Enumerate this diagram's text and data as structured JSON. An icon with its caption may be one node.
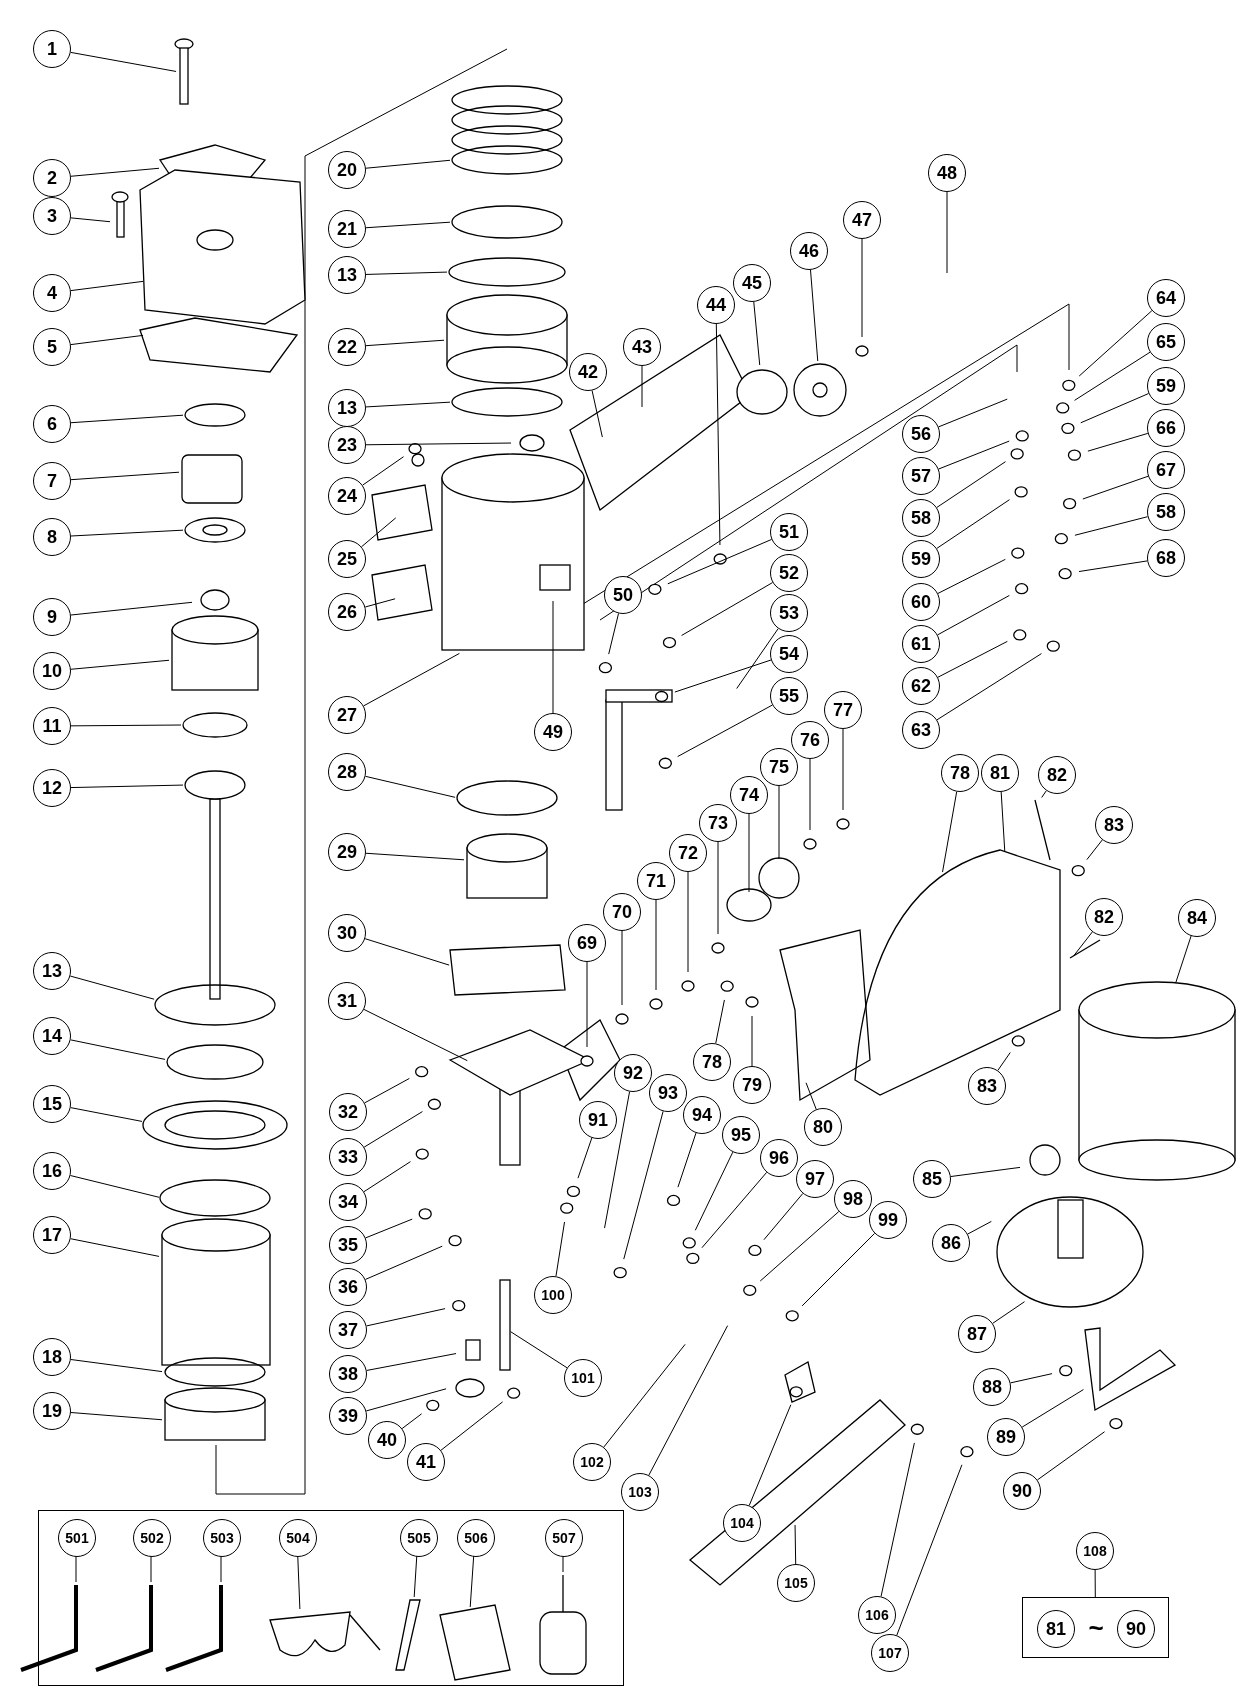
{
  "diagram": {
    "nodes": [
      {
        "text": [
          "1"
        ]
      },
      {
        "text": [
          "2"
        ]
      },
      {
        "text": [
          "3"
        ]
      },
      {
        "text": [
          "4"
        ]
      },
      {
        "text": [
          "5"
        ]
      },
      {
        "text": [
          "6"
        ]
      },
      {
        "text": [
          "7"
        ]
      },
      {
        "text": [
          "8"
        ]
      },
      {
        "text": [
          "9"
        ]
      },
      {
        "text": [
          "10"
        ]
      },
      {
        "text": [
          "11"
        ]
      },
      {
        "text": [
          "12"
        ]
      },
      {
        "text": [
          "13"
        ]
      },
      {
        "text": [
          "14"
        ]
      },
      {
        "text": [
          "15"
        ]
      },
      {
        "text": [
          "16"
        ]
      },
      {
        "text": [
          "17"
        ]
      },
      {
        "text": [
          "18"
        ]
      },
      {
        "text": [
          "19"
        ]
      },
      {
        "text": [
          "20"
        ]
      },
      {
        "text": [
          "21"
        ]
      },
      {
        "text": [
          "13"
        ]
      },
      {
        "text": [
          "22"
        ]
      },
      {
        "text": [
          "13"
        ]
      },
      {
        "text": [
          "23"
        ]
      },
      {
        "text": [
          "24"
        ]
      },
      {
        "text": [
          "25"
        ]
      },
      {
        "text": [
          "26"
        ]
      },
      {
        "text": [
          "27"
        ]
      },
      {
        "text": [
          "28"
        ]
      },
      {
        "text": [
          "29"
        ]
      },
      {
        "text": [
          "30"
        ]
      },
      {
        "text": [
          "31"
        ]
      },
      {
        "text": [
          "32"
        ]
      },
      {
        "text": [
          "33"
        ]
      },
      {
        "text": [
          "34"
        ]
      },
      {
        "text": [
          "35"
        ]
      },
      {
        "text": [
          "36"
        ]
      },
      {
        "text": [
          "37"
        ]
      },
      {
        "text": [
          "38"
        ]
      },
      {
        "text": [
          "39"
        ]
      },
      {
        "text": [
          "40"
        ]
      },
      {
        "text": [
          "41"
        ]
      },
      {
        "text": [
          "42"
        ]
      },
      {
        "text": [
          "43"
        ]
      },
      {
        "text": [
          "44"
        ]
      },
      {
        "text": [
          "45"
        ]
      },
      {
        "text": [
          "46"
        ]
      },
      {
        "text": [
          "47"
        ]
      },
      {
        "text": [
          "48"
        ]
      },
      {
        "text": [
          "49"
        ]
      },
      {
        "text": [
          "50"
        ]
      },
      {
        "text": [
          "51"
        ]
      },
      {
        "text": [
          "52"
        ]
      },
      {
        "text": [
          "53"
        ]
      },
      {
        "text": [
          "54"
        ]
      },
      {
        "text": [
          "55"
        ]
      },
      {
        "text": [
          "56"
        ]
      },
      {
        "text": [
          "57"
        ]
      },
      {
        "text": [
          "58"
        ]
      },
      {
        "text": [
          "59"
        ]
      },
      {
        "text": [
          "60"
        ]
      },
      {
        "text": [
          "61"
        ]
      },
      {
        "text": [
          "62"
        ]
      },
      {
        "text": [
          "63"
        ]
      },
      {
        "text": [
          "64"
        ]
      },
      {
        "text": [
          "65"
        ]
      },
      {
        "text": [
          "59"
        ]
      },
      {
        "text": [
          "66"
        ]
      },
      {
        "text": [
          "67"
        ]
      },
      {
        "text": [
          "58"
        ]
      },
      {
        "text": [
          "68"
        ]
      },
      {
        "text": [
          "69"
        ]
      },
      {
        "text": [
          "70"
        ]
      },
      {
        "text": [
          "71"
        ]
      },
      {
        "text": [
          "72"
        ]
      },
      {
        "text": [
          "73"
        ]
      },
      {
        "text": [
          "74"
        ]
      },
      {
        "text": [
          "75"
        ]
      },
      {
        "text": [
          "76"
        ]
      },
      {
        "text": [
          "77"
        ]
      },
      {
        "text": [
          "78"
        ]
      },
      {
        "text": [
          "78"
        ]
      },
      {
        "text": [
          "79"
        ]
      },
      {
        "text": [
          "80"
        ]
      },
      {
        "text": [
          "81"
        ]
      },
      {
        "text": [
          "82"
        ]
      },
      {
        "text": [
          "83"
        ]
      },
      {
        "text": [
          "82"
        ]
      },
      {
        "text": [
          "84"
        ]
      },
      {
        "text": [
          "83"
        ]
      },
      {
        "text": [
          "85"
        ]
      },
      {
        "text": [
          "86"
        ]
      },
      {
        "text": [
          "87"
        ]
      },
      {
        "text": [
          "88"
        ]
      },
      {
        "text": [
          "89"
        ]
      },
      {
        "text": [
          "90"
        ]
      },
      {
        "text": [
          "91"
        ]
      },
      {
        "text": [
          "92"
        ]
      },
      {
        "text": [
          "93"
        ]
      },
      {
        "text": [
          "94"
        ]
      },
      {
        "text": [
          "95"
        ]
      },
      {
        "text": [
          "96"
        ]
      },
      {
        "text": [
          "97"
        ]
      },
      {
        "text": [
          "98"
        ]
      },
      {
        "text": [
          "99"
        ]
      },
      {
        "text": [
          "100"
        ]
      },
      {
        "text": [
          "101"
        ]
      },
      {
        "text": [
          "102"
        ]
      },
      {
        "text": [
          "103"
        ]
      },
      {
        "text": [
          "104"
        ]
      },
      {
        "text": [
          "105"
        ]
      },
      {
        "text": [
          "106"
        ]
      },
      {
        "text": [
          "107"
        ]
      },
      {
        "text": [
          "108"
        ]
      },
      {
        "text": [],
        "shape": "box"
      },
      {
        "text": [
          "81"
        ],
        "in": 115
      },
      {
        "text": [
          "90"
        ],
        "in": 115
      },
      {
        "text": [],
        "shape": "box"
      },
      {
        "text": [
          "501"
        ],
        "in": 118
      },
      {
        "text": [
          "502"
        ],
        "in": 118
      },
      {
        "text": [
          "503"
        ],
        "in": 118
      },
      {
        "text": [
          "504"
        ],
        "in": 118
      },
      {
        "text": [
          "505"
        ],
        "in": 118
      },
      {
        "text": [
          "506"
        ],
        "in": 118
      },
      {
        "text": [
          "507"
        ],
        "in": 118
      }
    ],
    "edges": [
      {
        "from": 0,
        "to": null,
        "arrow": "none"
      },
      {
        "from": 1,
        "to": null,
        "arrow": "none"
      },
      {
        "from": 2,
        "to": null,
        "arrow": "none"
      },
      {
        "from": 3,
        "to": null,
        "arrow": "none"
      },
      {
        "from": 4,
        "to": null,
        "arrow": "none"
      },
      {
        "from": 5,
        "to": null,
        "arrow": "none"
      },
      {
        "from": 6,
        "to": null,
        "arrow": "none"
      },
      {
        "from": 7,
        "to": null,
        "arrow": "none"
      },
      {
        "from": 8,
        "to": null,
        "arrow": "none"
      },
      {
        "from": 9,
        "to": null,
        "arrow": "none"
      },
      {
        "from": 10,
        "to": null,
        "arrow": "none"
      },
      {
        "from": 11,
        "to": null,
        "arrow": "none"
      },
      {
        "from": 12,
        "to": null,
        "arrow": "none"
      },
      {
        "from": 13,
        "to": null,
        "arrow": "none"
      },
      {
        "from": 14,
        "to": null,
        "arrow": "none"
      },
      {
        "from": 15,
        "to": null,
        "arrow": "none"
      },
      {
        "from": 16,
        "to": null,
        "arrow": "none"
      },
      {
        "from": 17,
        "to": null,
        "arrow": "none"
      },
      {
        "from": 18,
        "to": null,
        "arrow": "none"
      },
      {
        "from": 19,
        "to": null,
        "arrow": "none"
      },
      {
        "from": 20,
        "to": null,
        "arrow": "none"
      },
      {
        "from": 21,
        "to": null,
        "arrow": "none"
      },
      {
        "from": 22,
        "to": null,
        "arrow": "none"
      },
      {
        "from": 23,
        "to": null,
        "arrow": "none"
      },
      {
        "from": 24,
        "to": null,
        "arrow": "none"
      },
      {
        "from": 25,
        "to": null,
        "arrow": "none"
      },
      {
        "from": 26,
        "to": null,
        "arrow": "none"
      },
      {
        "from": 27,
        "to": null,
        "arrow": "none"
      },
      {
        "from": 28,
        "to": null,
        "arrow": "none"
      },
      {
        "from": 29,
        "to": null,
        "arrow": "none"
      },
      {
        "from": 30,
        "to": null,
        "arrow": "none"
      },
      {
        "from": 31,
        "to": null,
        "arrow": "none"
      },
      {
        "from": 32,
        "to": null,
        "arrow": "none"
      },
      {
        "from": 33,
        "to": null,
        "arrow": "none"
      },
      {
        "from": 34,
        "to": null,
        "arrow": "none"
      },
      {
        "from": 35,
        "to": null,
        "arrow": "none"
      },
      {
        "from": 36,
        "to": null,
        "arrow": "none"
      },
      {
        "from": 37,
        "to": null,
        "arrow": "none"
      },
      {
        "from": 38,
        "to": null,
        "arrow": "none"
      },
      {
        "from": 39,
        "to": null,
        "arrow": "none"
      },
      {
        "from": 40,
        "to": null,
        "arrow": "none"
      },
      {
        "from": 41,
        "to": null,
        "arrow": "none"
      },
      {
        "from": 42,
        "to": null,
        "arrow": "none"
      },
      {
        "from": 43,
        "to": null,
        "arrow": "none"
      },
      {
        "from": 44,
        "to": null,
        "arrow": "none"
      },
      {
        "from": 45,
        "to": null,
        "arrow": "none"
      },
      {
        "from": 46,
        "to": null,
        "arrow": "none"
      },
      {
        "from": 47,
        "to": null,
        "arrow": "none"
      },
      {
        "from": 48,
        "to": null,
        "arrow": "none"
      },
      {
        "from": 49,
        "to": null,
        "arrow": "none"
      },
      {
        "from": 50,
        "to": null,
        "arrow": "none"
      },
      {
        "from": 51,
        "to": null,
        "arrow": "none"
      },
      {
        "from": 52,
        "to": null,
        "arrow": "none"
      },
      {
        "from": 53,
        "to": null,
        "arrow": "none"
      },
      {
        "from": 54,
        "to": null,
        "arrow": "none"
      },
      {
        "from": 55,
        "to": null,
        "arrow": "none"
      },
      {
        "from": 56,
        "to": null,
        "arrow": "none"
      },
      {
        "from": 57,
        "to": null,
        "arrow": "none"
      },
      {
        "from": 58,
        "to": null,
        "arrow": "none"
      },
      {
        "from": 59,
        "to": null,
        "arrow": "none"
      },
      {
        "from": 60,
        "to": null,
        "arrow": "none"
      },
      {
        "from": 61,
        "to": null,
        "arrow": "none"
      },
      {
        "from": 62,
        "to": null,
        "arrow": "none"
      },
      {
        "from": 63,
        "to": null,
        "arrow": "none"
      },
      {
        "from": 64,
        "to": null,
        "arrow": "none"
      },
      {
        "from": 65,
        "to": null,
        "arrow": "none"
      },
      {
        "from": 66,
        "to": null,
        "arrow": "none"
      },
      {
        "from": 67,
        "to": null,
        "arrow": "none"
      },
      {
        "from": 68,
        "to": null,
        "arrow": "none"
      },
      {
        "from": 69,
        "to": null,
        "arrow": "none"
      },
      {
        "from": 70,
        "to": null,
        "arrow": "none"
      },
      {
        "from": 71,
        "to": null,
        "arrow": "none"
      },
      {
        "from": 72,
        "to": null,
        "arrow": "none"
      },
      {
        "from": 73,
        "to": null,
        "arrow": "none"
      },
      {
        "from": 74,
        "to": null,
        "arrow": "none"
      },
      {
        "from": 75,
        "to": null,
        "arrow": "none"
      },
      {
        "from": 76,
        "to": null,
        "arrow": "none"
      },
      {
        "from": 77,
        "to": null,
        "arrow": "none"
      },
      {
        "from": 78,
        "to": null,
        "arrow": "none"
      },
      {
        "from": 79,
        "to": null,
        "arrow": "none"
      },
      {
        "from": 80,
        "to": null,
        "arrow": "none"
      },
      {
        "from": 81,
        "to": null,
        "arrow": "none"
      },
      {
        "from": 82,
        "to": null,
        "arrow": "none"
      },
      {
        "from": 83,
        "to": null,
        "arrow": "none"
      },
      {
        "from": 84,
        "to": null,
        "arrow": "none"
      },
      {
        "from": 85,
        "to": null,
        "arrow": "none"
      },
      {
        "from": 86,
        "to": null,
        "arrow": "none"
      },
      {
        "from": 87,
        "to": null,
        "arrow": "none"
      },
      {
        "from": 88,
        "to": null,
        "arrow": "none"
      },
      {
        "from": 89,
        "to": null,
        "arrow": "none"
      },
      {
        "from": 90,
        "to": null,
        "arrow": "none"
      },
      {
        "from": 91,
        "to": null,
        "arrow": "none"
      },
      {
        "from": 92,
        "to": null,
        "arrow": "none"
      },
      {
        "from": 93,
        "to": null,
        "arrow": "none"
      },
      {
        "from": 94,
        "to": null,
        "arrow": "none"
      },
      {
        "from": 95,
        "to": null,
        "arrow": "none"
      },
      {
        "from": 96,
        "to": null,
        "arrow": "none"
      },
      {
        "from": 97,
        "to": null,
        "arrow": "none"
      },
      {
        "from": 98,
        "to": null,
        "arrow": "none"
      },
      {
        "from": 99,
        "to": null,
        "arrow": "none"
      },
      {
        "from": 100,
        "to": null,
        "arrow": "none"
      },
      {
        "from": 101,
        "to": null,
        "arrow": "none"
      },
      {
        "from": 102,
        "to": null,
        "arrow": "none"
      },
      {
        "from": 103,
        "to": null,
        "arrow": "none"
      },
      {
        "from": 104,
        "to": null,
        "arrow": "none"
      },
      {
        "from": 105,
        "to": null,
        "arrow": "none"
      },
      {
        "from": 106,
        "to": null,
        "arrow": "none"
      },
      {
        "from": 107,
        "to": null,
        "arrow": "none"
      },
      {
        "from": 108,
        "to": null,
        "arrow": "none"
      },
      {
        "from": 109,
        "to": null,
        "arrow": "none"
      },
      {
        "from": 110,
        "to": null,
        "arrow": "none"
      },
      {
        "from": 111,
        "to": null,
        "arrow": "none"
      },
      {
        "from": 112,
        "to": null,
        "arrow": "none"
      },
      {
        "from": 113,
        "to": null,
        "arrow": "none"
      },
      {
        "from": 114,
        "to": 115,
        "arrow": "none"
      },
      {
        "from": 119,
        "to": null,
        "arrow": "none"
      },
      {
        "from": 120,
        "to": null,
        "arrow": "none"
      },
      {
        "from": 121,
        "to": null,
        "arrow": "none"
      },
      {
        "from": 122,
        "to": null,
        "arrow": "none"
      },
      {
        "from": 123,
        "to": null,
        "arrow": "none"
      },
      {
        "from": 124,
        "to": null,
        "arrow": "none"
      },
      {
        "from": 125,
        "to": null,
        "arrow": "none"
      }
    ],
    "labels": [
      "~"
    ]
  }
}
